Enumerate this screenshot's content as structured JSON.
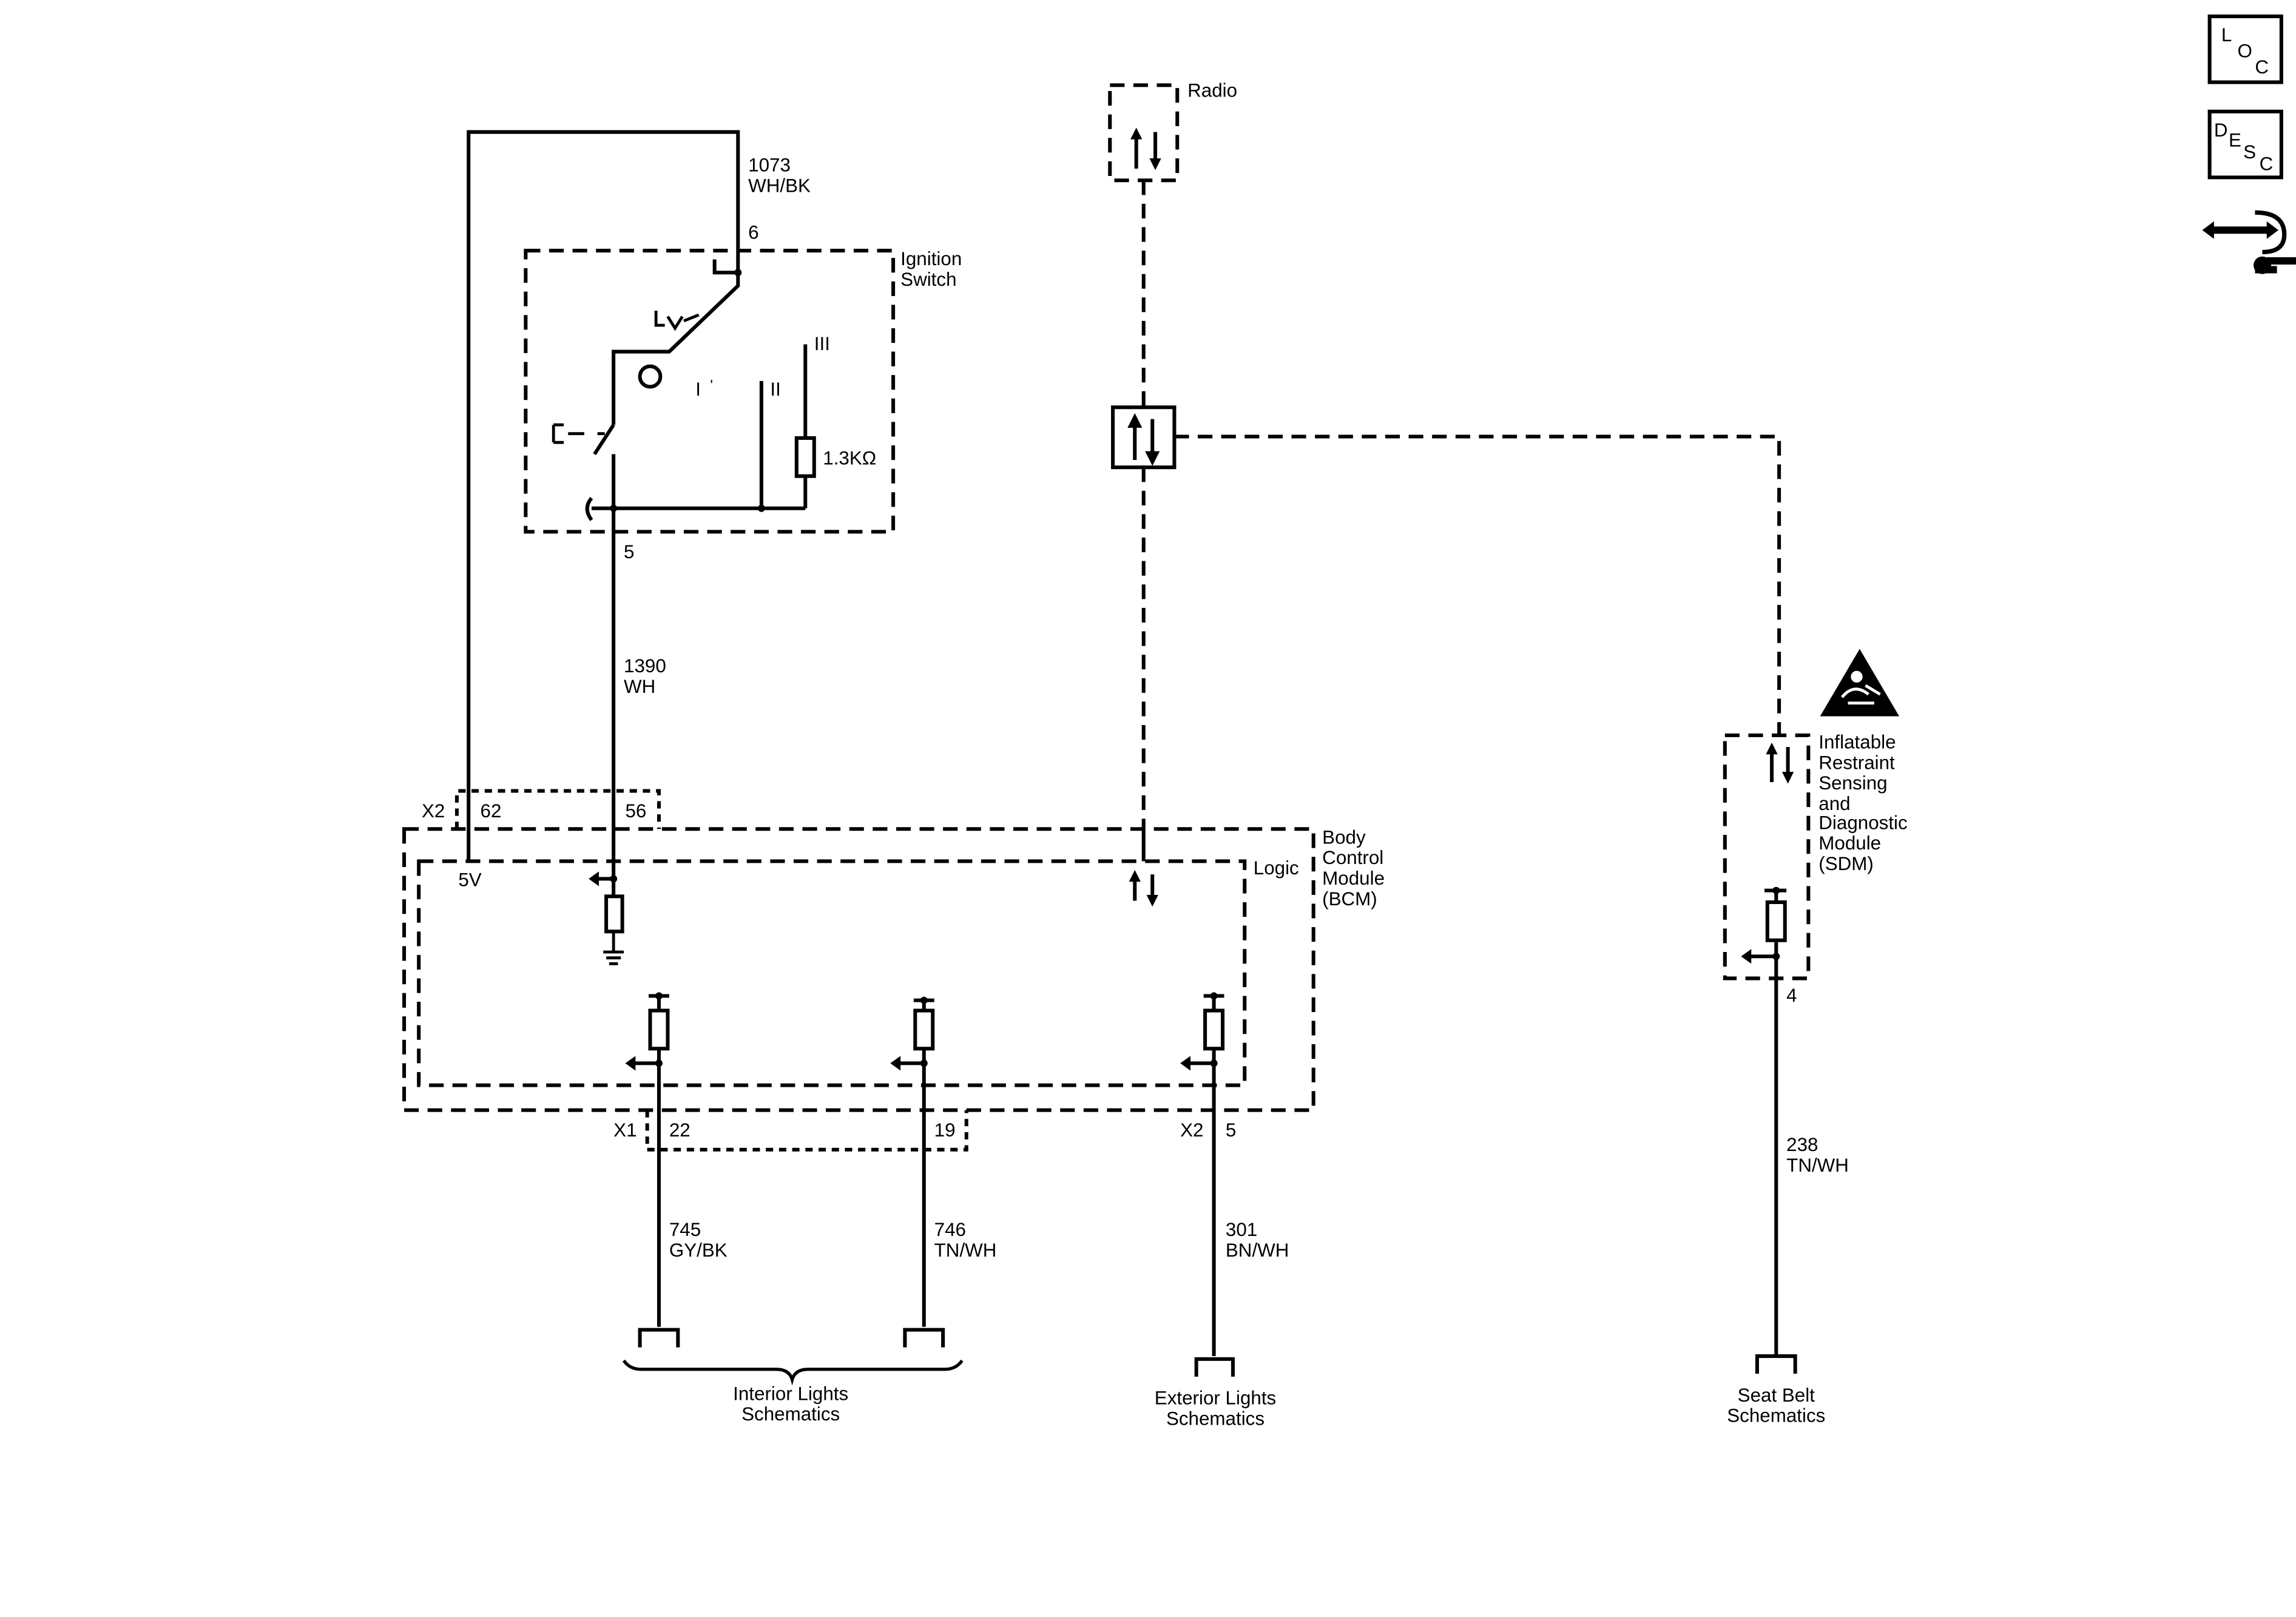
{
  "side_icons": {
    "loc": [
      "L",
      "O",
      "C"
    ],
    "desc": [
      "D",
      "E",
      "S",
      "C"
    ],
    "connector_icon": "connector-test-icon"
  },
  "radio": {
    "label": "Radio"
  },
  "ignition_switch": {
    "label_line1": "Ignition",
    "label_line2": "Switch",
    "positions": {
      "pos1": "I",
      "pos2": "II",
      "pos3": "III"
    },
    "resistor": "1.3KΩ",
    "pin_top": "6",
    "pin_bottom": "5"
  },
  "wires": {
    "w1073": {
      "circuit": "1073",
      "color": "WH/BK"
    },
    "w1390": {
      "circuit": "1390",
      "color": "WH"
    },
    "w745": {
      "circuit": "745",
      "color": "GY/BK"
    },
    "w746": {
      "circuit": "746",
      "color": "TN/WH"
    },
    "w301": {
      "circuit": "301",
      "color": "BN/WH"
    },
    "w238": {
      "circuit": "238",
      "color": "TN/WH"
    }
  },
  "bcm": {
    "line1": "Body",
    "line2": "Control",
    "line3": "Module",
    "line4": "(BCM)",
    "logic": "Logic",
    "v5": "5V",
    "conn_x2_top": "X2",
    "pin62": "62",
    "pin56": "56",
    "conn_x1": "X1",
    "pin22": "22",
    "pin19": "19",
    "conn_x2_bottom": "X2",
    "pin5": "5"
  },
  "sdm": {
    "line1": "Inflatable",
    "line2": "Restraint",
    "line3": "Sensing",
    "line4": "and",
    "line5": "Diagnostic",
    "line6": "Module",
    "line7": "(SDM)",
    "pin4": "4",
    "warning_icon": "airbag-warning-icon"
  },
  "destinations": {
    "interior_line1": "Interior Lights",
    "interior_line2": "Schematics",
    "exterior_line1": "Exterior Lights",
    "exterior_line2": "Schematics",
    "seatbelt_line1": "Seat Belt",
    "seatbelt_line2": "Schematics"
  }
}
